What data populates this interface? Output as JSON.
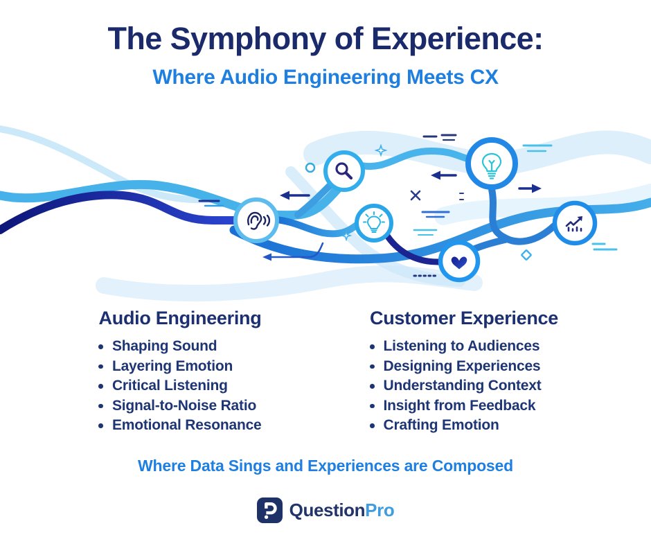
{
  "header": {
    "title": "The Symphony of Experience:",
    "subtitle": "Where Audio Engineering Meets CX"
  },
  "columns": [
    {
      "title": "Audio Engineering",
      "items": [
        "Shaping Sound",
        "Layering Emotion",
        "Critical Listening",
        "Signal-to-Noise Ratio",
        "Emotional Resonance"
      ]
    },
    {
      "title": "Customer Experience",
      "items": [
        "Listening to Audiences",
        "Designing Experiences",
        "Understanding Context",
        "Insight from Feedback",
        "Crafting Emotion"
      ]
    }
  ],
  "tagline": "Where Data Sings and Experiences are Composed",
  "footer": {
    "brand_primary": "Question",
    "brand_secondary": "Pro"
  },
  "illustration": {
    "icons": [
      "ear-icon",
      "search-icon",
      "lightbulb-icon",
      "idea-rays-icon",
      "heart-icon",
      "growth-chart-icon"
    ]
  },
  "colors": {
    "title_navy": "#1b2a6b",
    "accent_blue": "#1f7fe0",
    "list_navy": "#1e3575",
    "ribbon_navy": "#141c8c",
    "ribbon_light_blue": "#46b2e9",
    "ring_blue": "#2196ee",
    "teal": "#2bc3da",
    "logo_navy": "#1e3268",
    "logo_blue": "#3e9de0"
  }
}
